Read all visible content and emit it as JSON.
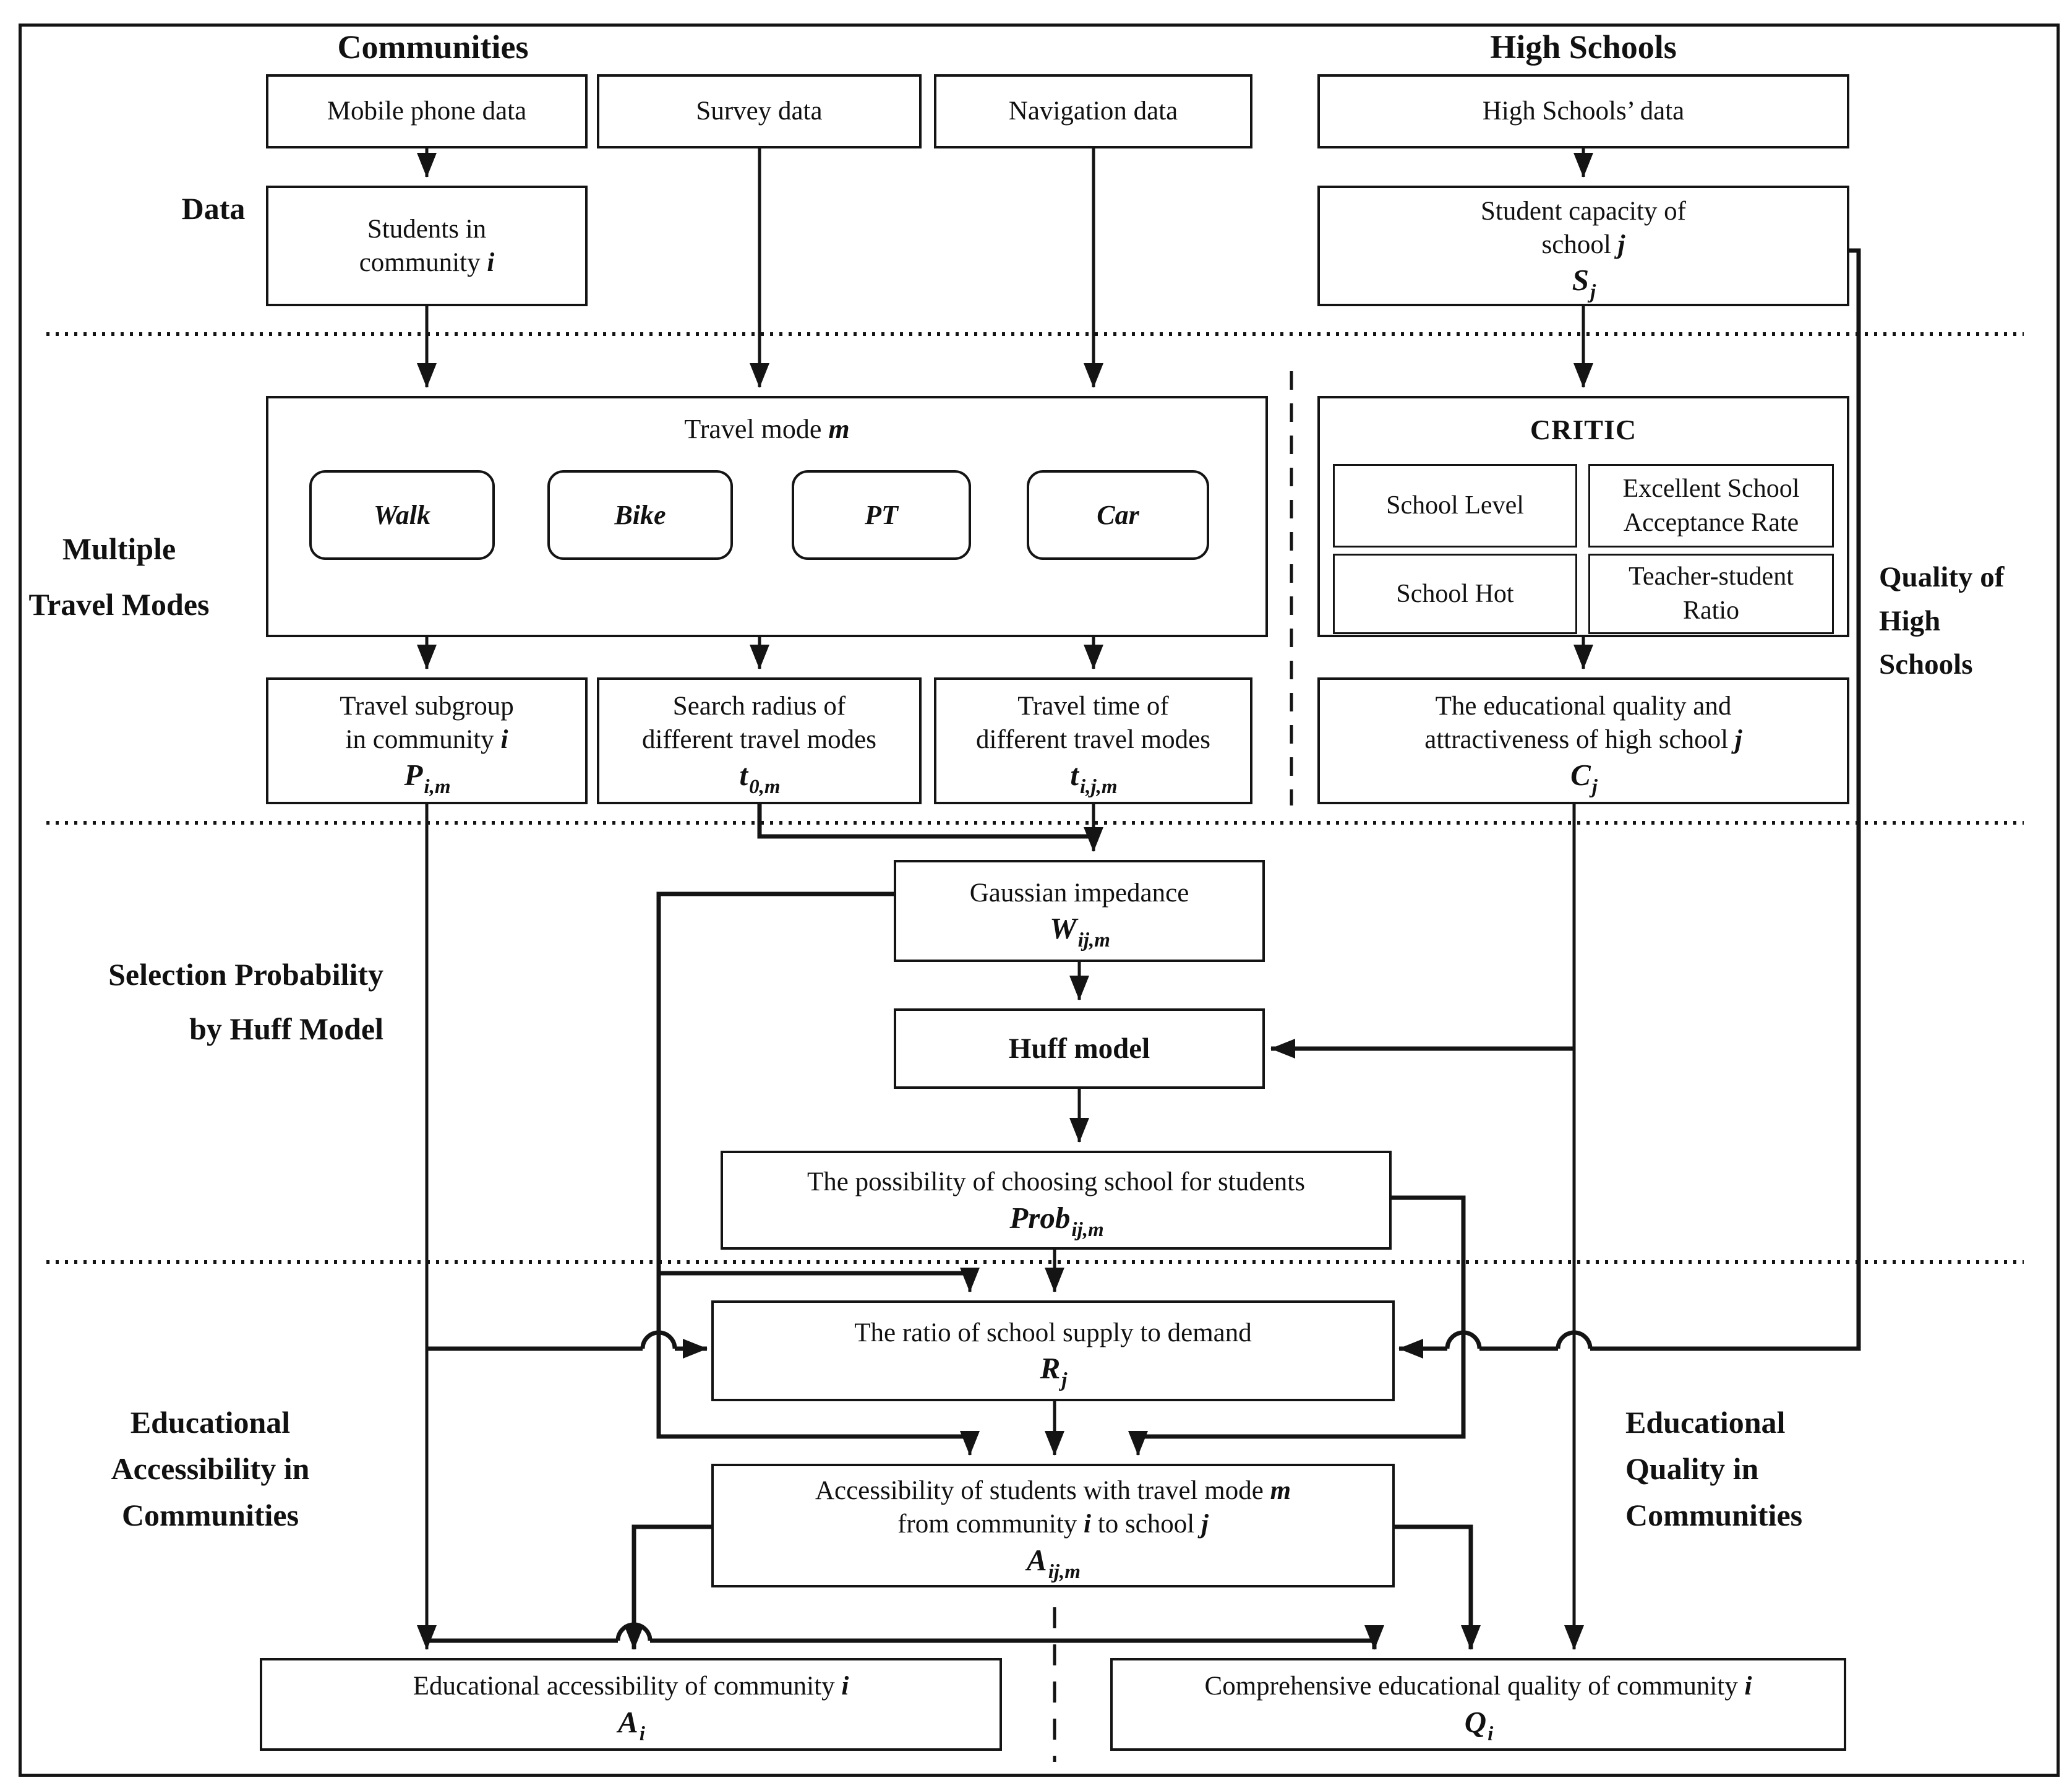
{
  "header": {
    "communities": "Communities",
    "high_schools": "High Schools"
  },
  "labels": {
    "data": "Data",
    "multiple": [
      "Multiple",
      "Travel Modes"
    ],
    "selection": [
      "Selection Probability",
      "by Huff Model"
    ],
    "quality_hs": [
      "Quality of",
      "High",
      "Schools"
    ],
    "accessibility": [
      "Educational",
      "Accessibility in",
      "Communities"
    ],
    "quality_comm": [
      "Educational",
      "Quality in",
      "Communities"
    ]
  },
  "boxes": {
    "mobile": "Mobile phone data",
    "survey": "Survey data",
    "navigation": "Navigation data",
    "hs_data": "High Schools’ data",
    "students": {
      "l1": "Students in",
      "l2_pre": "community ",
      "l2_var": "i"
    },
    "capacity": {
      "l1": "Student capacity of",
      "l2_pre": "school ",
      "l2_var": "j",
      "sym": "S",
      "sub": "j"
    },
    "travel": {
      "title_pre": "Travel mode ",
      "title_var": "m",
      "modes": [
        "Walk",
        "Bike",
        "PT",
        "Car"
      ]
    },
    "critic": {
      "title": "CRITIC",
      "c1": "School Level",
      "c2": [
        "Excellent School",
        "Acceptance Rate"
      ],
      "c3": "School Hot",
      "c4": [
        "Teacher-student",
        "Ratio"
      ]
    },
    "p": {
      "l1": "Travel subgroup",
      "l2_pre": "in community ",
      "l2_var": "i",
      "sym": "P",
      "sub": "i,m"
    },
    "t0": {
      "l1": "Search radius of",
      "l2": "different travel modes",
      "sym": "t",
      "sub": "0,m"
    },
    "tij": {
      "l1": "Travel time of",
      "l2": "different travel modes",
      "sym": "t",
      "sub": "i,j,m"
    },
    "c": {
      "l1": "The educational quality and",
      "l2_pre": "attractiveness of high school ",
      "l2_var": "j",
      "sym": "C",
      "sub": "j"
    },
    "w": {
      "l1": "Gaussian impedance",
      "sym": "W",
      "sub": "ij,m"
    },
    "huff": "Huff model",
    "prob": {
      "l1": "The possibility of choosing school for students",
      "sym": "Prob",
      "sub": "ij,m"
    },
    "r": {
      "l1": "The ratio of school supply to demand",
      "sym": "R",
      "sub": "j"
    },
    "a_ijm": {
      "l1_pre": "Accessibility of students with travel mode ",
      "l1_var": "m",
      "l2_pre": "from community ",
      "l2_var1": "i",
      "l2_mid": " to school ",
      "l2_var2": "j",
      "sym": "A",
      "sub": "ij,m"
    },
    "a_i": {
      "l1_pre": "Educational accessibility of community ",
      "l1_var": "i",
      "sym": "A",
      "sub": "i"
    },
    "q_i": {
      "l1_pre": "Comprehensive educational quality of community ",
      "l1_var": "i",
      "sym": "Q",
      "sub": "i"
    }
  }
}
